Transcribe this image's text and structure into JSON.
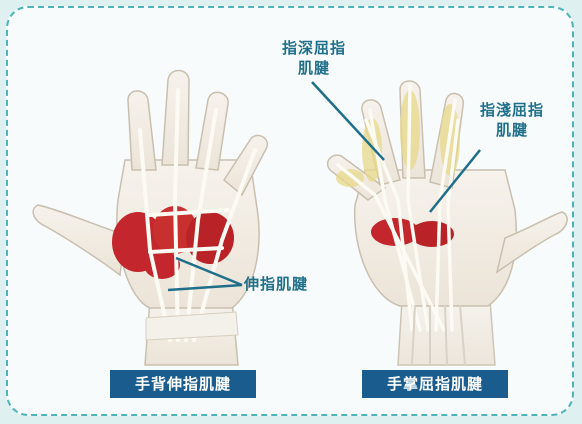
{
  "labels": {
    "fdp_line1": "指深屈指",
    "fdp_line2": "肌腱",
    "fds_line1": "指淺屈指",
    "fds_line2": "肌腱",
    "extensor": "伸指肌腱"
  },
  "captions": {
    "dorsal": "手背伸指肌腱",
    "palmar": "手掌屈指肌腱"
  },
  "colors": {
    "frame_border": "#4fb3ba",
    "label_text": "#1f6f8a",
    "caption_bg": "#1b5c8f",
    "skin": "#f3eee6",
    "muscle": "#c3262c",
    "tendon": "#fbfaf3",
    "leader_line": "#1f6f8a"
  }
}
